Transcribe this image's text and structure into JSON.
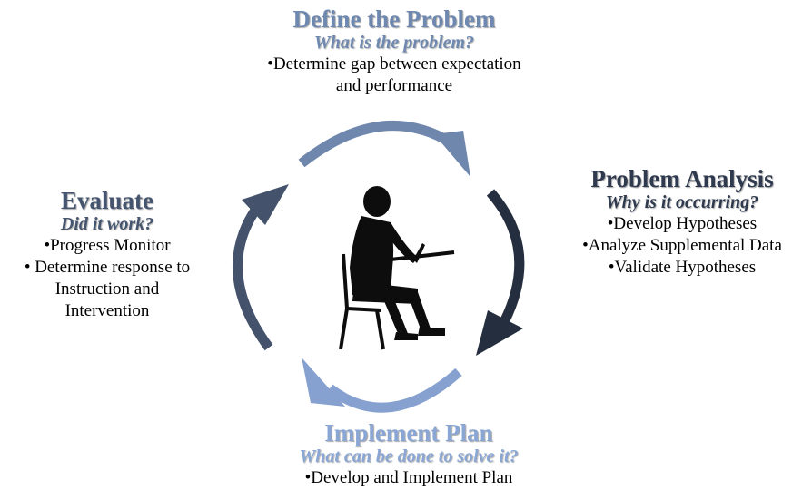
{
  "steps": {
    "define": {
      "title": "Define the Problem",
      "question": "What is the problem?",
      "bullets": [
        "•Determine gap between expectation",
        "and performance"
      ],
      "color": "#6e88b0"
    },
    "analysis": {
      "title": "Problem Analysis",
      "question": "Why is it occurring?",
      "bullets": [
        "•Develop Hypotheses",
        "•Analyze Supplemental Data",
        "•Validate Hypotheses"
      ],
      "color": "#2f3a4f"
    },
    "implement": {
      "title": "Implement Plan",
      "question": "What can be done to solve it?",
      "bullets": [
        "•Develop and Implement Plan"
      ],
      "color": "#8aa6d4"
    },
    "evaluate": {
      "title": "Evaluate",
      "question": "Did it work?",
      "bullets": [
        "•Progress Monitor",
        "• Determine response to",
        "Instruction and",
        "Intervention"
      ],
      "color": "#46556f"
    }
  },
  "icons": {
    "center": "person-writing-icon",
    "arrows": [
      "arrow-top",
      "arrow-right",
      "arrow-bottom",
      "arrow-left"
    ]
  }
}
